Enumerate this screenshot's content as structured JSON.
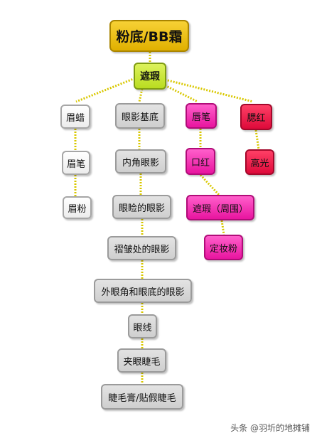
{
  "nodes": {
    "root": "粉底/BB霜",
    "concealer": "遮瑕",
    "brow_wax": "眉蜡",
    "brow_pencil": "眉笔",
    "brow_powder": "眉粉",
    "eye_base": "眼影基底",
    "inner_corner": "内角眼影",
    "lid_shadow": "眼睑的眼影",
    "crease_shadow": "褶皱处的眼影",
    "outer_corner": "外眼角和眼底的眼影",
    "eyeliner": "眼线",
    "lash_curl": "夹眼睫毛",
    "mascara": "睫毛膏/贴假睫毛",
    "lip_liner": "唇笔",
    "lipstick": "口红",
    "lip_concealer": "遮瑕（周围）",
    "setting_powder": "定妆粉",
    "blush": "腮红",
    "highlight": "高光"
  },
  "colors": {
    "root": "#e9b80a",
    "concealer": "#c2e22c",
    "lips": "#f01aa7",
    "cheeks": "#e5103f",
    "gray_node": "#d6d6d6",
    "light_node": "#f2f2f2",
    "connector": "#d9c800"
  },
  "watermark": "头条 @羽圻的地摊铺"
}
